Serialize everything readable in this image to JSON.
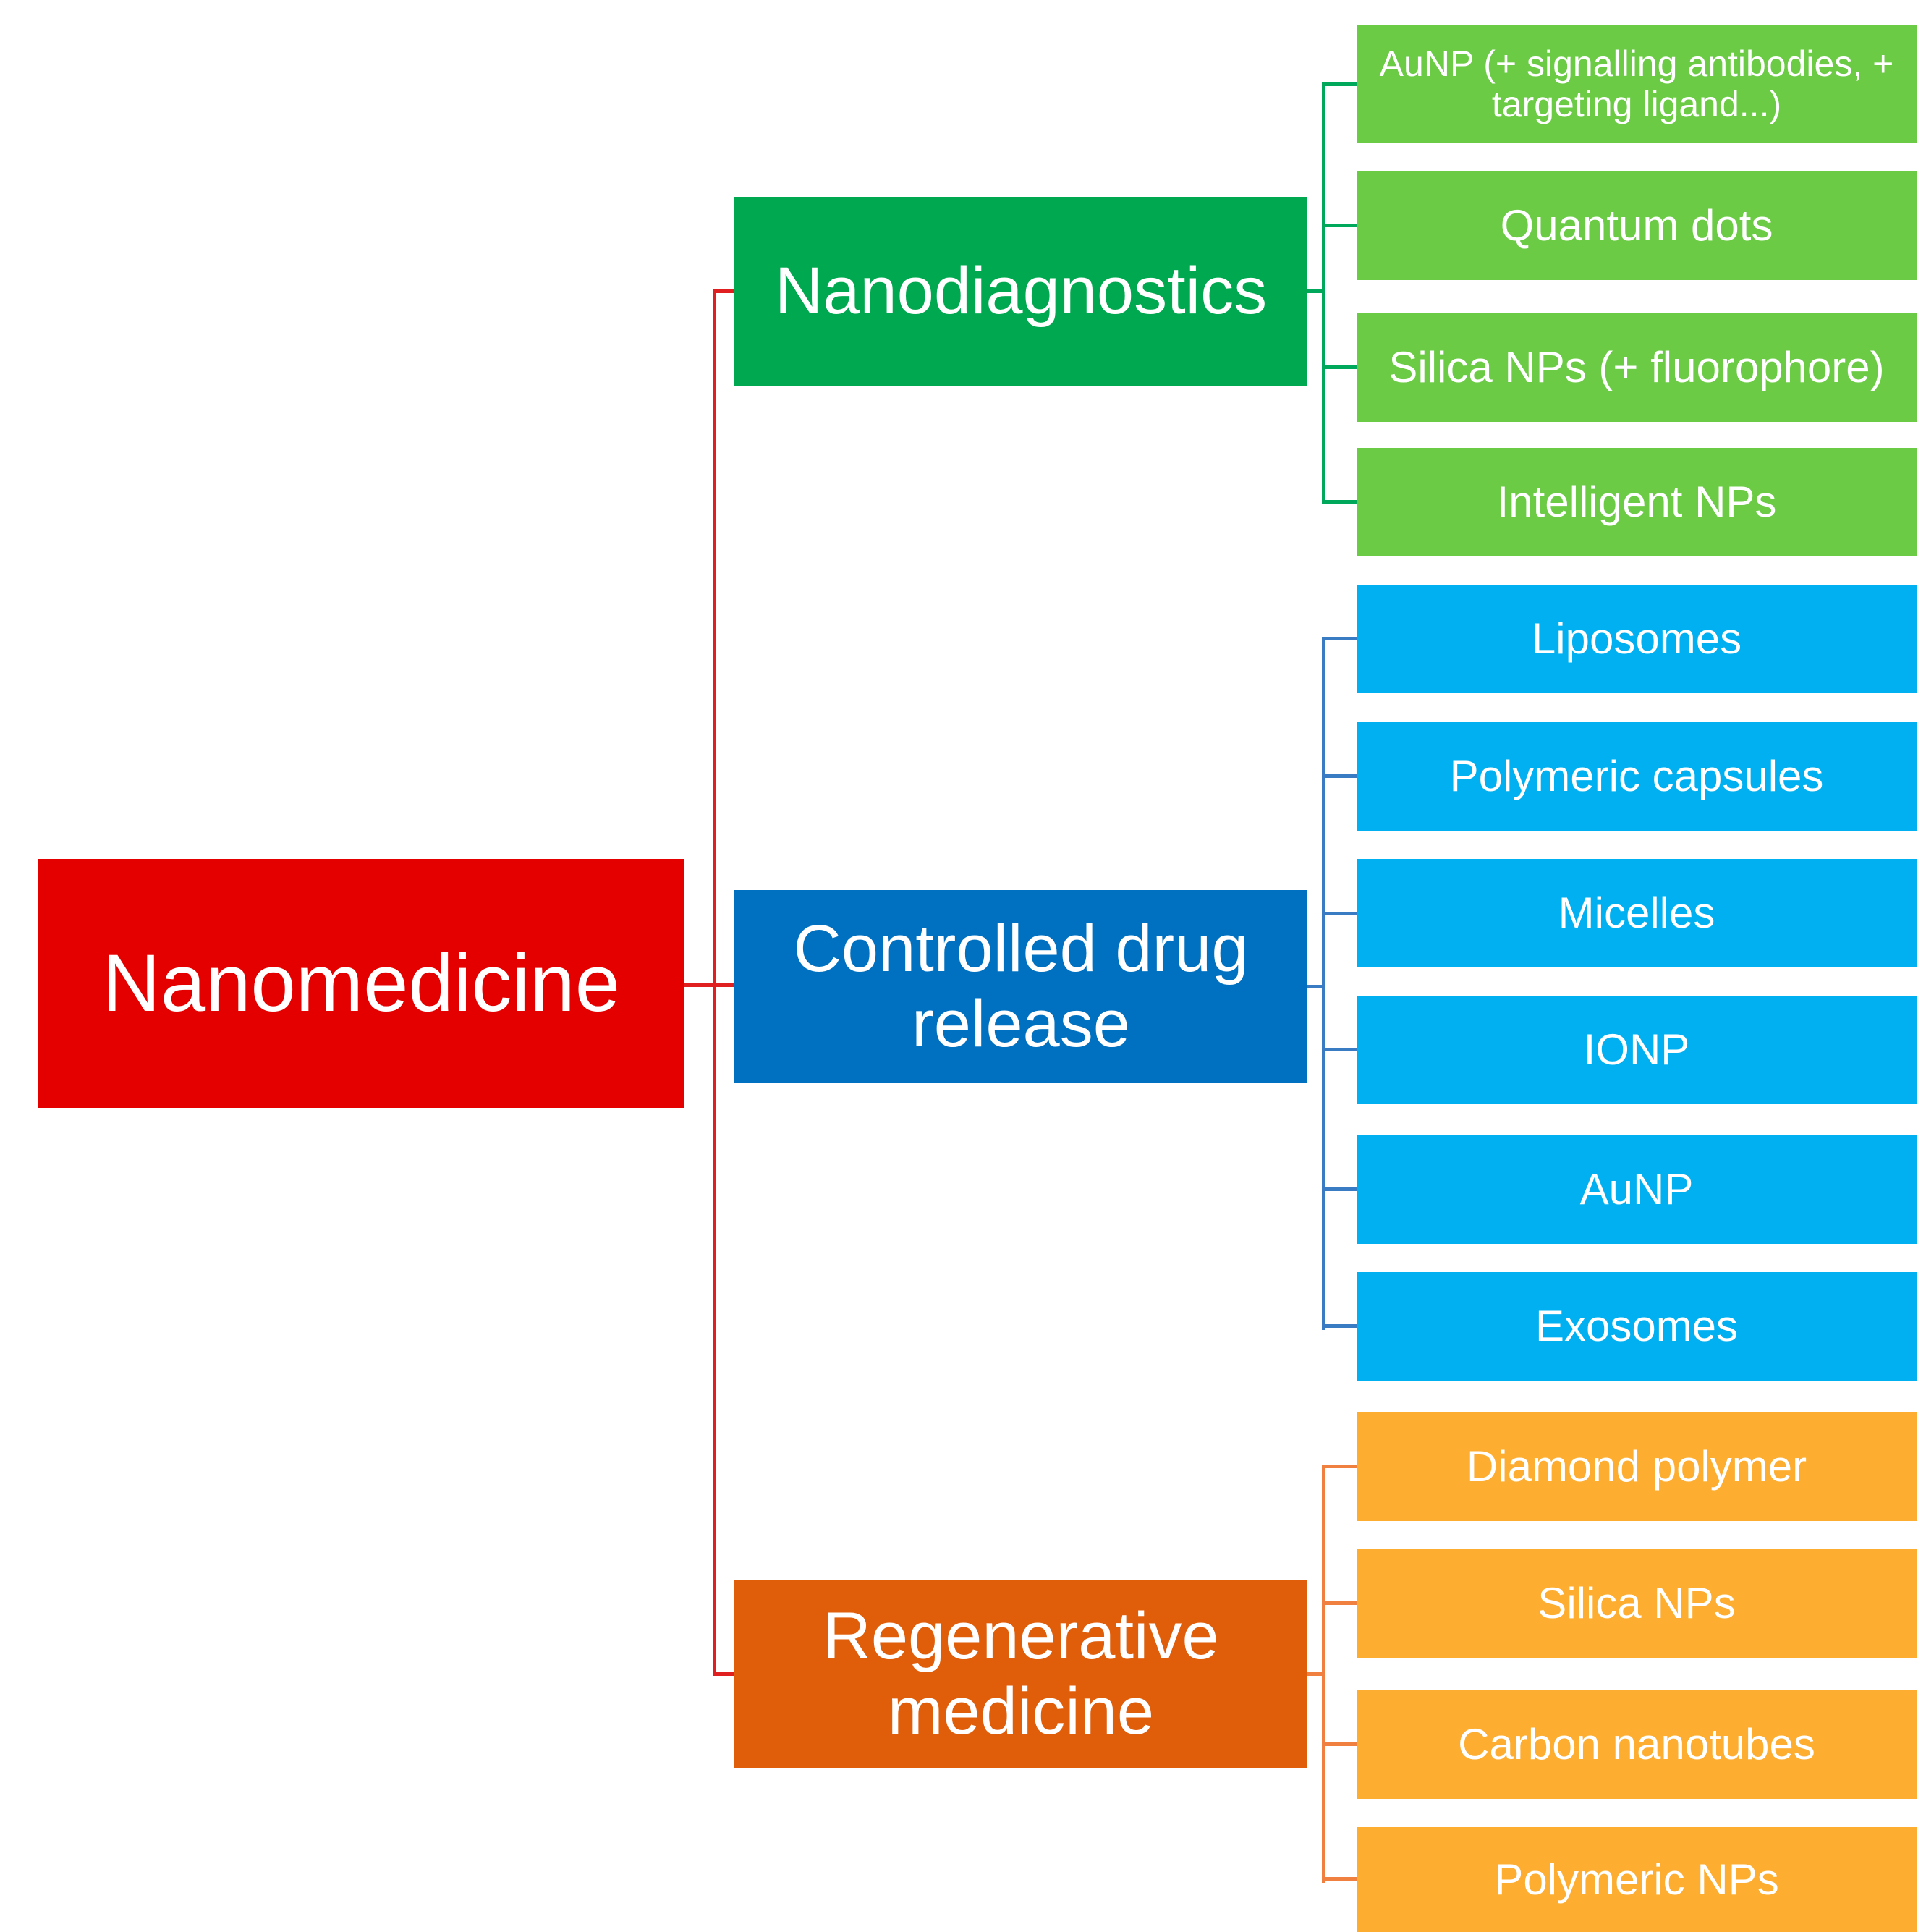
{
  "root": {
    "label": "Nanomedicine",
    "color": "#e50000",
    "connector_color": "#e02020"
  },
  "branches": [
    {
      "label": "Nanodiagnostics",
      "color": "#00a94f",
      "leaf_color": "#6bcb45",
      "line_color": "#00a85c",
      "leaves": [
        "AuNP (+ signalling antibodies, + targeting ligand...)",
        "Quantum dots",
        "Silica NPs (+ fluorophore)",
        "Intelligent NPs"
      ]
    },
    {
      "label": "Controlled drug release",
      "color": "#0070c0",
      "leaf_color": "#00b0f0",
      "line_color": "#3a7cc4",
      "leaves": [
        "Liposomes",
        "Polymeric capsules",
        "Micelles",
        "IONP",
        "AuNP",
        "Exosomes"
      ]
    },
    {
      "label": "Regenerative medicine",
      "color": "#e05d0a",
      "leaf_color": "#fdad2f",
      "line_color": "#f08040",
      "leaves": [
        "Diamond polymer",
        "Silica NPs",
        "Carbon nanotubes",
        "Polymeric NPs"
      ]
    }
  ]
}
